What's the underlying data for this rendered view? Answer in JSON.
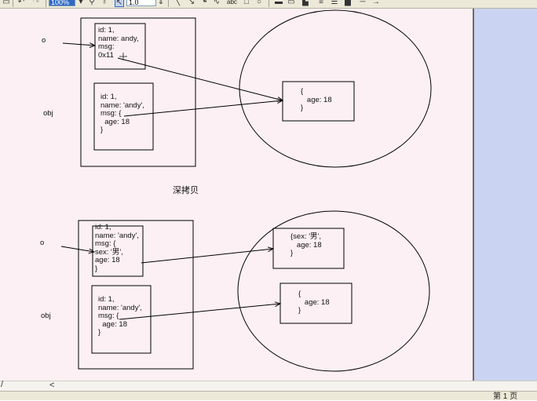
{
  "toolbar": {
    "zoom_value": "100%",
    "line_width_value": "1.0",
    "text_tool_label": "abc"
  },
  "diagram": {
    "shallow": {
      "var_o_label": "o",
      "var_obj_label": "obj",
      "o_object_text": "id: 1,\nname: andy,\nmsg:\n0x11",
      "obj_object_text": "id: 1,\nname: 'andy',\nmsg: {\n  age: 18\n}",
      "heap_object_text": "{\n   age: 18\n}"
    },
    "deep_copy_caption": "深拷贝",
    "deep": {
      "var_o_label": "o",
      "var_obj_label": "obj",
      "o_object_text": "id: 1,\nname: 'andy',\nmsg: {\nsex: '男',\nage: 18\n}",
      "obj_object_text": "id: 1,\nname: 'andy',\nmsg: {\n  age: 18\n}",
      "heap_object_1_text": "{sex: '男',\n   age: 18\n}",
      "heap_object_2_text": "{\n   age: 18\n}"
    }
  },
  "scrollbar": {
    "left_fragment": "/",
    "left_arrow": "<"
  },
  "status": {
    "page_label": "第 1 页"
  }
}
